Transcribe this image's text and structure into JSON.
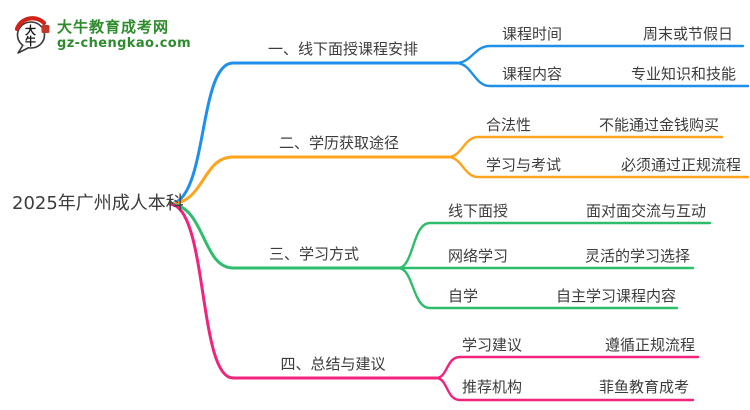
{
  "colors": {
    "branch1": "#1e8fea",
    "branch2": "#ffa41c",
    "branch3": "#2ebd6b",
    "branch4": "#f1237b",
    "brand": "#2e8b2e",
    "seal": "#d2231a",
    "text": "#3c3c3c"
  },
  "logo": {
    "site_name": "大牛教育成考网",
    "domain": "gz-chengkao.com",
    "icon_char_top": "大",
    "icon_char_bottom": "牛"
  },
  "root": {
    "label": "2025年广州成人本科"
  },
  "branches": [
    {
      "label": "一、线下面授课程安排",
      "children": [
        {
          "label": "课程时间",
          "value": "周末或节假日"
        },
        {
          "label": "课程内容",
          "value": "专业知识和技能"
        }
      ]
    },
    {
      "label": "二、学历获取途径",
      "children": [
        {
          "label": "合法性",
          "value": "不能通过金钱购买"
        },
        {
          "label": "学习与考试",
          "value": "必须通过正规流程"
        }
      ]
    },
    {
      "label": "三、学习方式",
      "children": [
        {
          "label": "线下面授",
          "value": "面对面交流与互动"
        },
        {
          "label": "网络学习",
          "value": "灵活的学习选择"
        },
        {
          "label": "自学",
          "value": "自主学习课程内容"
        }
      ]
    },
    {
      "label": "四、总结与建议",
      "children": [
        {
          "label": "学习建议",
          "value": "遵循正规流程"
        },
        {
          "label": "推荐机构",
          "value": "菲鱼教育成考"
        }
      ]
    }
  ]
}
